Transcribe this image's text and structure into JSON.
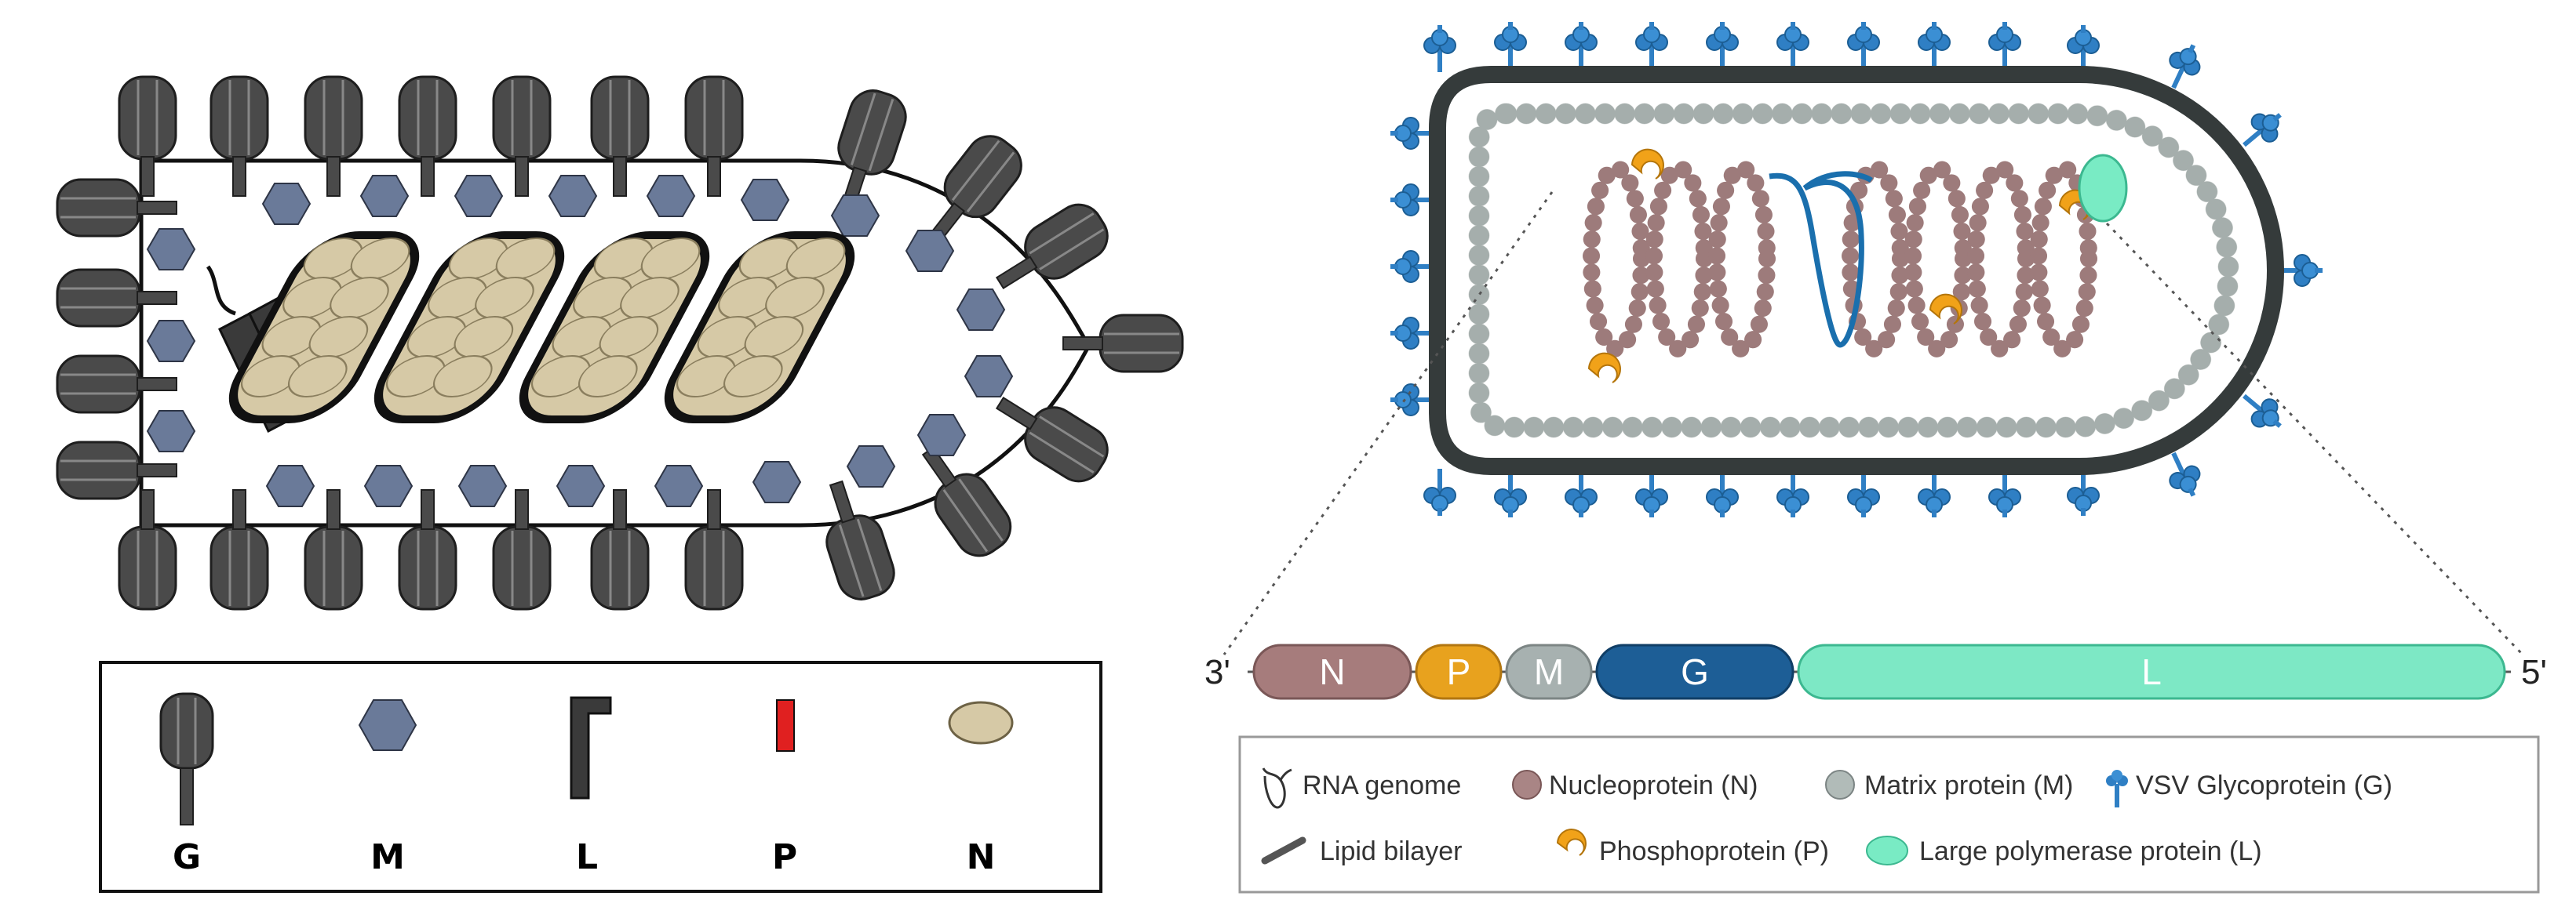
{
  "left_legend": {
    "items": [
      {
        "label": "G"
      },
      {
        "label": "M"
      },
      {
        "label": "L"
      },
      {
        "label": "P"
      },
      {
        "label": "N"
      }
    ]
  },
  "genome": {
    "start_label": "3'",
    "end_label": "5'",
    "genes": [
      {
        "label": "N",
        "color": "#a67c7c"
      },
      {
        "label": "P",
        "color": "#e8a21e"
      },
      {
        "label": "M",
        "color": "#a7b1b0"
      },
      {
        "label": "G",
        "color": "#1d5e96"
      },
      {
        "label": "L",
        "color": "#7de8c5"
      }
    ]
  },
  "right_legend": {
    "items": [
      {
        "label": "RNA genome",
        "icon": "rna-genome-icon"
      },
      {
        "label": "Nucleoprotein (N)",
        "icon": "nucleoprotein-icon"
      },
      {
        "label": "Matrix protein (M)",
        "icon": "matrix-protein-icon"
      },
      {
        "label": "VSV Glycoprotein (G)",
        "icon": "glycoprotein-icon"
      },
      {
        "label": "Lipid bilayer",
        "icon": "lipid-bilayer-icon"
      },
      {
        "label": "Phosphoprotein (P)",
        "icon": "phosphoprotein-icon"
      },
      {
        "label": "Large polymerase protein (L)",
        "icon": "polymerase-icon"
      }
    ]
  },
  "colors": {
    "spike_gray": "#4a4a4a",
    "hexagon": "#6a7a99",
    "nucleocapsid": "#d6c9a6",
    "phospho_red": "#e02020",
    "membrane": "#353b3b",
    "matrix_bead": "#b1bbb8",
    "n_bead": "#a98585",
    "rna": "#1a6fad",
    "glyco": "#2f7fc4",
    "phospho": "#f1a219",
    "polymerase": "#79ebc4"
  }
}
